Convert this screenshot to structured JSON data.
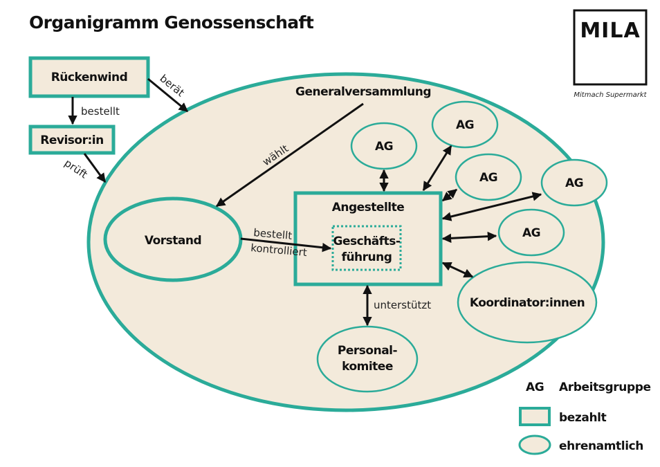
{
  "title": "Organigramm Genossenschaft",
  "logo": {
    "name": "MILA",
    "tagline": "Mitmach Supermarkt"
  },
  "colors": {
    "teal": "#2bab99",
    "cream": "#f3eadb",
    "ink": "#111111"
  },
  "nodes": {
    "rueckenwind": "Rückenwind",
    "revisor": "Revisor:in",
    "generalversammlung": "Generalversammlung",
    "vorstand": "Vorstand",
    "angestellte": "Angestellte",
    "gf_line1": "Geschäfts-",
    "gf_line2": "führung",
    "ag": "AG",
    "koordinator": "Koordinator:innen",
    "personal_line1": "Personal-",
    "personal_line2": "komitee"
  },
  "edges": {
    "berat": "berät",
    "bestellt_revisor": "bestellt",
    "pruft": "prüft",
    "wahlt": "wählt",
    "bestellt_gf": "bestellt",
    "kontrolliert": "kontrolliert",
    "unterstutzt": "unterstützt"
  },
  "legend": {
    "ag_abbr": "AG",
    "ag_label": "Arbeitsgruppe",
    "paid": "bezahlt",
    "volunteer": "ehrenamtlich"
  }
}
